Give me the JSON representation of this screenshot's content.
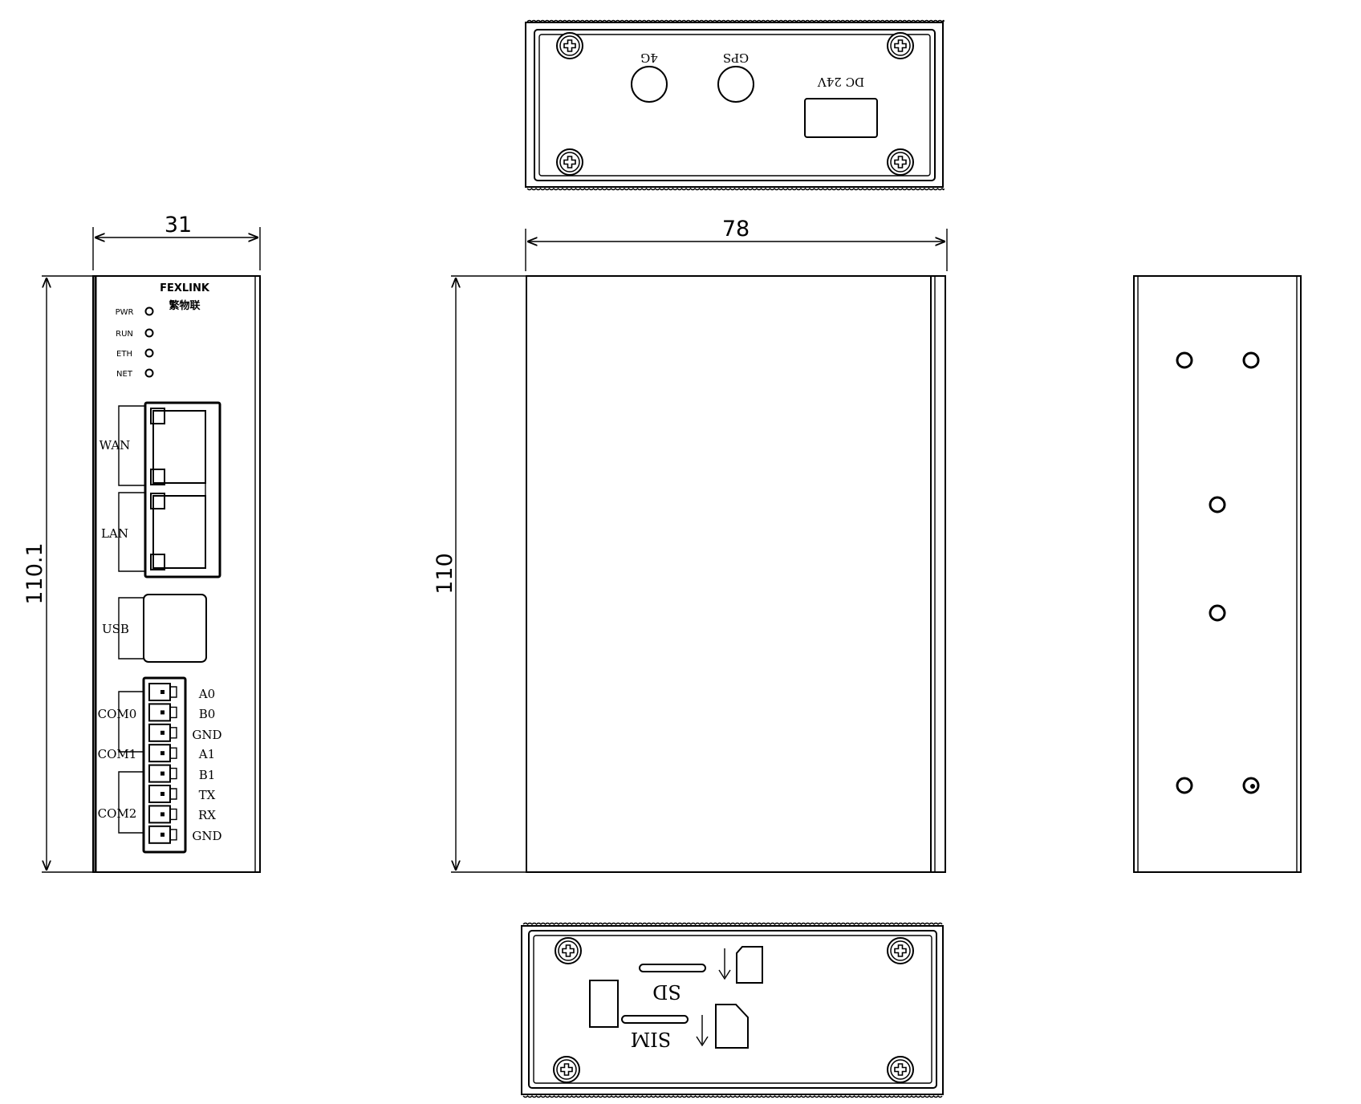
{
  "dimensions": {
    "front_width": "31",
    "front_height": "110.1",
    "side_width": "78",
    "side_height": "110"
  },
  "front_panel": {
    "brand_en": "FEXLINK",
    "brand_cn": "繁物联",
    "leds": [
      "PWR",
      "RUN",
      "ETH",
      "NET"
    ],
    "ports": [
      "WAN",
      "LAN",
      "USB"
    ],
    "com_groups": [
      "COM0",
      "COM1",
      "COM2"
    ],
    "terminals": [
      "A0",
      "B0",
      "GND",
      "A1",
      "B1",
      "TX",
      "RX",
      "GND"
    ]
  },
  "top_view": {
    "antenna_4g": "4G",
    "antenna_gps": "GPS",
    "power": "DC 24V"
  },
  "bottom_view": {
    "sd": "SD",
    "sim": "SIM"
  }
}
